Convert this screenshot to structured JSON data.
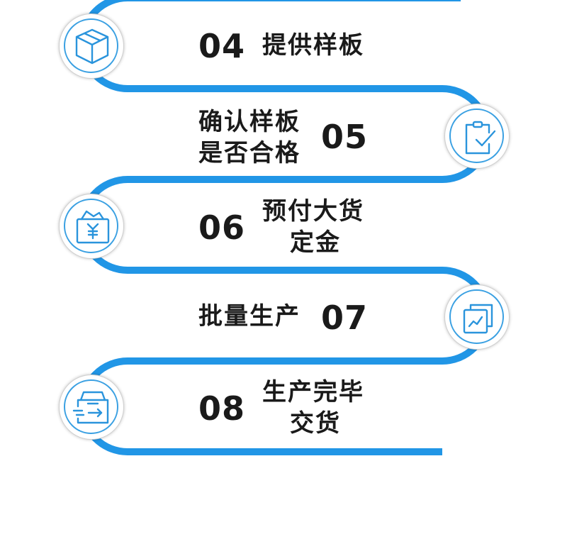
{
  "colors": {
    "path": "#2196e6",
    "icon": "#2a94dc",
    "text": "#1a1a1a"
  },
  "steps": [
    {
      "number": "04",
      "label_line1": "提供样板",
      "label_line2": "",
      "icon": "box-icon"
    },
    {
      "number": "05",
      "label_line1": "确认样板",
      "label_line2": "是否合格",
      "icon": "clipboard-check-icon"
    },
    {
      "number": "06",
      "label_line1": "预付大货",
      "label_line2": "定金",
      "icon": "yuan-envelope-icon"
    },
    {
      "number": "07",
      "label_line1": "批量生产",
      "label_line2": "",
      "icon": "chart-cards-icon"
    },
    {
      "number": "08",
      "label_line1": "生产完毕",
      "label_line2": "交货",
      "icon": "delivery-box-icon"
    }
  ]
}
